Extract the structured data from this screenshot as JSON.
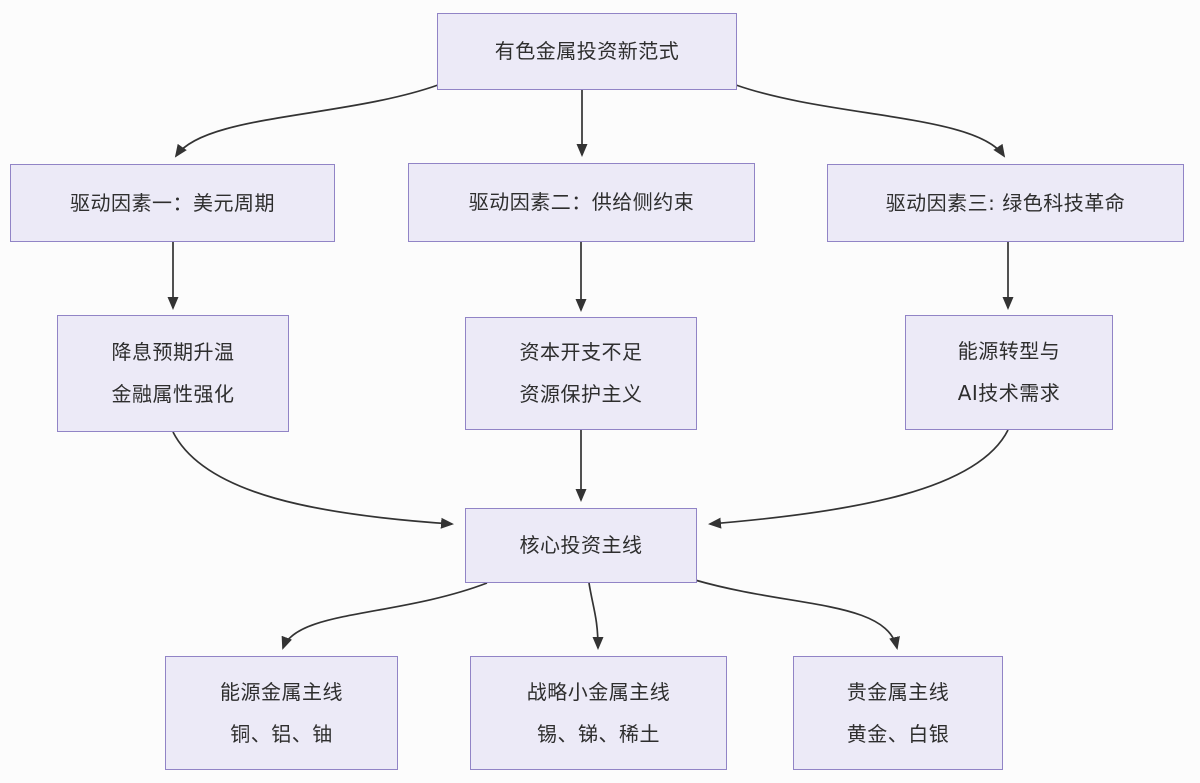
{
  "diagram_title": "有色金属投资新范式",
  "colors": {
    "background": "#fcfcfc",
    "node_fill": "#eceaf7",
    "node_border": "#9184c6",
    "text_color": "#2e2e2e",
    "arrow_color": "#333333"
  },
  "root": {
    "label": "有色金属投资新范式"
  },
  "drivers": [
    {
      "label": "驱动因素一：美元周期"
    },
    {
      "label": "驱动因素二：供给侧约束"
    },
    {
      "label": "驱动因素三: 绿色科技革命"
    }
  ],
  "effects": [
    {
      "line1": "降息预期升温",
      "line2": "金融属性强化"
    },
    {
      "line1": "资本开支不足",
      "line2": "资源保护主义"
    },
    {
      "line1": "能源转型与",
      "line2": "AI技术需求"
    }
  ],
  "core": {
    "label": "核心投资主线"
  },
  "themes": [
    {
      "line1": "能源金属主线",
      "line2": "铜、铝、铀"
    },
    {
      "line1": "战略小金属主线",
      "line2": "锡、锑、稀土"
    },
    {
      "line1": "贵金属主线",
      "line2": "黄金、白银"
    }
  ],
  "edges": [
    {
      "from": "root",
      "to": "driver1"
    },
    {
      "from": "root",
      "to": "driver2"
    },
    {
      "from": "root",
      "to": "driver3"
    },
    {
      "from": "driver1",
      "to": "effect1"
    },
    {
      "from": "driver2",
      "to": "effect2"
    },
    {
      "from": "driver3",
      "to": "effect3"
    },
    {
      "from": "effect1",
      "to": "core"
    },
    {
      "from": "effect2",
      "to": "core"
    },
    {
      "from": "effect3",
      "to": "core"
    },
    {
      "from": "core",
      "to": "theme1"
    },
    {
      "from": "core",
      "to": "theme2"
    },
    {
      "from": "core",
      "to": "theme3"
    }
  ]
}
